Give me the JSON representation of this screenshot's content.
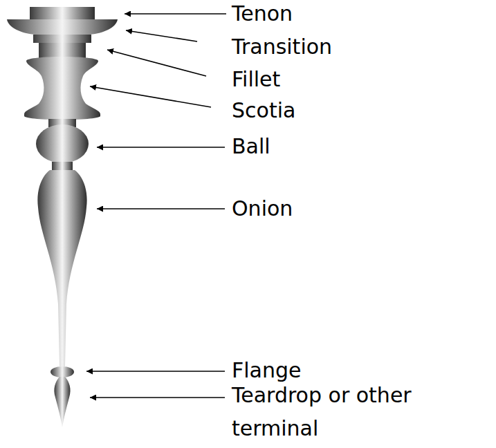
{
  "diagram": {
    "labels": [
      "Tenon",
      "Transition",
      "Fillet",
      "Scotia",
      "Ball",
      "Onion",
      "Flange",
      "Teardrop or other terminal"
    ]
  }
}
